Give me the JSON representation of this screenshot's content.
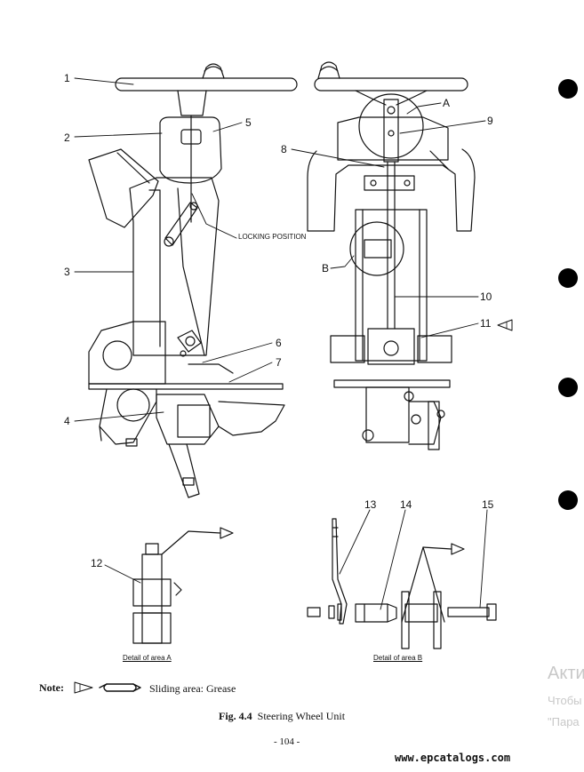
{
  "callouts": {
    "n1": "1",
    "n2": "2",
    "n3": "3",
    "n4": "4",
    "n5": "5",
    "n6": "6",
    "n7": "7",
    "n8": "8",
    "n9": "9",
    "n10": "10",
    "n11": "11",
    "n12": "12",
    "n13": "13",
    "n14": "14",
    "n15": "15",
    "a": "A",
    "b": "B"
  },
  "locking_label": "LOCKING POSITION",
  "details": {
    "area_a": "Detail of area A",
    "area_b": "Detail of area B"
  },
  "note": {
    "label": "Note:",
    "text": "Sliding area: Grease"
  },
  "caption": {
    "fig": "Fig. 4.4",
    "title": "Steering Wheel Unit"
  },
  "page_number": "- 104 -",
  "website": "www.epcatalogs.com",
  "overlay": {
    "line1": "Акти",
    "line2": "Чтобы",
    "line3": "\"Пара"
  }
}
